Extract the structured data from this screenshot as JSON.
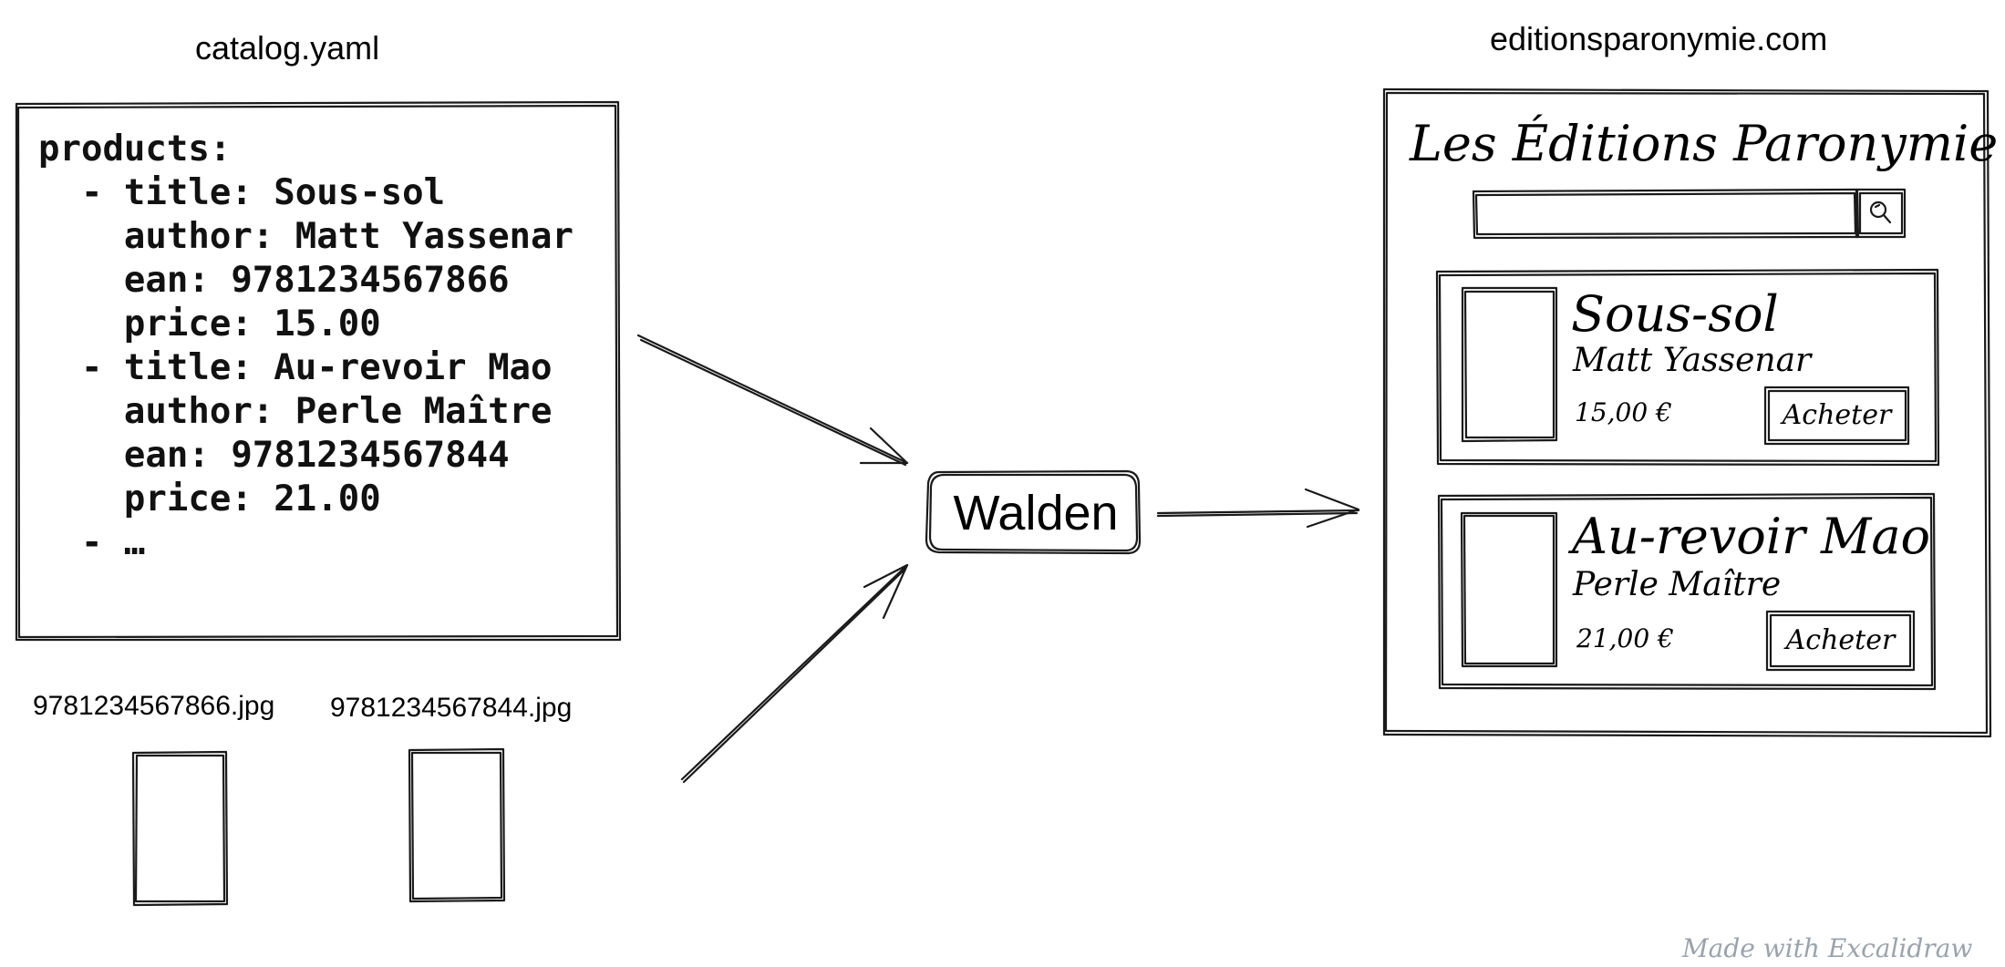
{
  "yaml_panel": {
    "filename": "catalog.yaml",
    "lines": [
      "products:",
      "  - title: Sous-sol",
      "    author: Matt Yassenar",
      "    ean: 9781234567866",
      "    price: 15.00",
      "  - title: Au-revoir Mao",
      "    author: Perle Maître",
      "    ean: 9781234567844",
      "    price: 21.00",
      "  - …"
    ]
  },
  "images": [
    {
      "filename": "9781234567866.jpg"
    },
    {
      "filename": "9781234567844.jpg"
    }
  ],
  "processor": {
    "label": "Walden"
  },
  "website": {
    "domain": "editionsparonymie.com",
    "title": "Les Éditions Paronymie",
    "search_icon": "search-icon",
    "products": [
      {
        "title": "Sous-sol",
        "author": "Matt Yassenar",
        "price": "15,00 €",
        "button": "Acheter"
      },
      {
        "title": "Au-revoir Mao",
        "author": "Perle Maître",
        "price": "21,00 €",
        "button": "Acheter"
      }
    ]
  },
  "watermark": "Made with Excalidraw"
}
